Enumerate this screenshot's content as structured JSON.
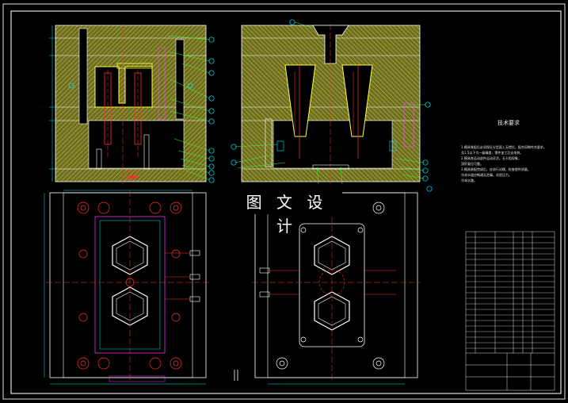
{
  "watermark": {
    "text": "图 文 设 计"
  },
  "tech_notes": {
    "title": "技术要求",
    "lines": [
      "1.模具装配后必须保证分型面上无错位，配合间隙符合要求。",
      "及1.5以下为一级精度，零件加工后去毛刺。",
      "2.模具各运动部件运动灵活，无卡阻现象。",
      "顶杆复位可靠。",
      "3.模具装配完成后，应进行试模，检查塑件质量。",
      "冷却水道应畅通无泄漏，试验压力。",
      "冷却水路。"
    ]
  },
  "colors": {
    "background": "#000000",
    "hatch_fill": "#8a8a2a",
    "outline": "#ffffff",
    "cyan_line": "#00e5ff",
    "red_line": "#ff2020",
    "magenta": "#ff40ff",
    "green": "#30ff30",
    "yellow": "#ffff40"
  }
}
